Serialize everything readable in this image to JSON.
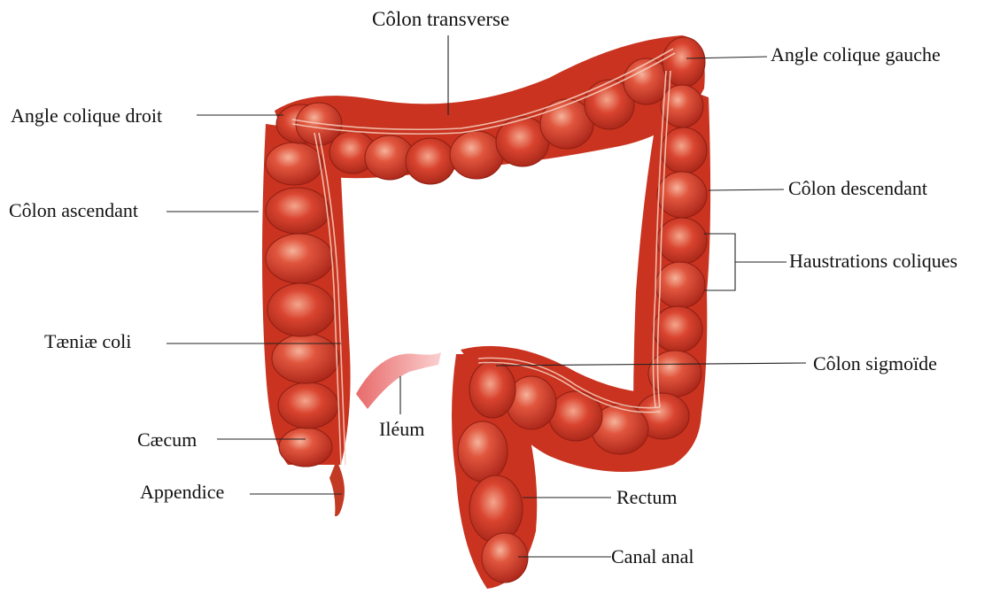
{
  "diagram": {
    "labels": {
      "colon_transverse": "Côlon transverse",
      "angle_colique_gauche": "Angle colique gauche",
      "angle_colique_droit": "Angle colique droit",
      "colon_descendant": "Côlon descendant",
      "colon_ascendant": "Côlon ascendant",
      "haustrations_coliques": "Haustrations coliques",
      "taeniae_coli": "Tæniæ coli",
      "colon_sigmoide": "Côlon sigmoïde",
      "ileum": "Iléum",
      "caecum": "Cæcum",
      "appendice": "Appendice",
      "rectum": "Rectum",
      "canal_anal": "Canal anal"
    },
    "colors": {
      "tissue": "#d9442f",
      "tissue_dark": "#a92418",
      "tissue_light": "#f08a6e",
      "ileum": "#f08a8a",
      "leader_line": "#222222",
      "background": "#ffffff"
    }
  }
}
